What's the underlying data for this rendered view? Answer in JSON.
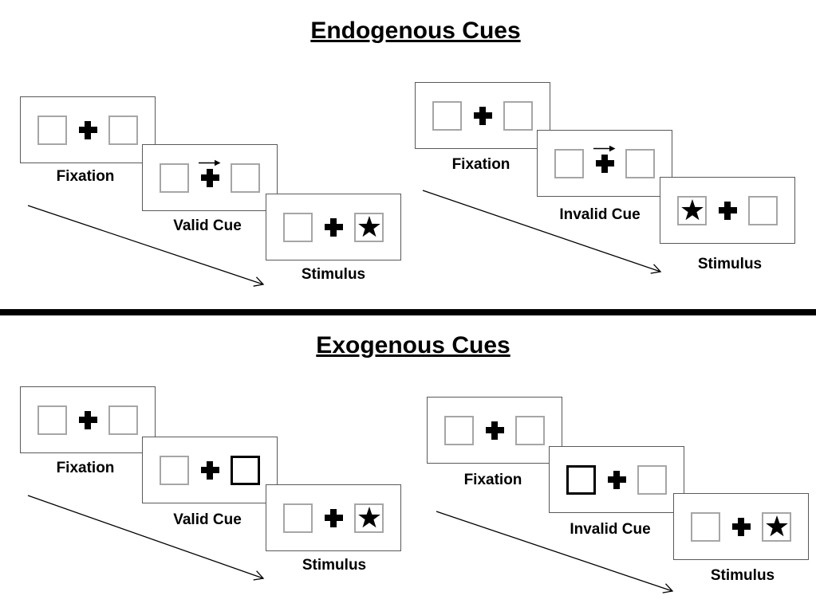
{
  "figure": {
    "background": "#ffffff",
    "divider_color": "#000000",
    "panel_border_color": "#595959",
    "placeholder_box_border_color": "#a6a6a6",
    "ink_color": "#000000"
  },
  "glyphs": {
    "fixation_cross": "+",
    "star": "★",
    "cue_arrow_direction": "right"
  },
  "sections": [
    {
      "title": "Endogenous Cues",
      "cue_style": "central-arrow",
      "sequences": [
        {
          "name": "valid-trial",
          "cue_direction": "right",
          "stimulus_side": "right",
          "labels": {
            "fixation": "Fixation",
            "cue": "Valid Cue",
            "stimulus": "Stimulus"
          }
        },
        {
          "name": "invalid-trial",
          "cue_direction": "right",
          "stimulus_side": "left",
          "labels": {
            "fixation": "Fixation",
            "cue": "Invalid Cue",
            "stimulus": "Stimulus"
          }
        }
      ]
    },
    {
      "title": "Exogenous Cues",
      "cue_style": "peripheral-box-highlight",
      "sequences": [
        {
          "name": "valid-trial",
          "cue_side": "right",
          "stimulus_side": "right",
          "labels": {
            "fixation": "Fixation",
            "cue": "Valid Cue",
            "stimulus": "Stimulus"
          }
        },
        {
          "name": "invalid-trial",
          "cue_side": "left",
          "stimulus_side": "right",
          "labels": {
            "fixation": "Fixation",
            "cue": "Invalid Cue",
            "stimulus": "Stimulus"
          }
        }
      ]
    }
  ]
}
